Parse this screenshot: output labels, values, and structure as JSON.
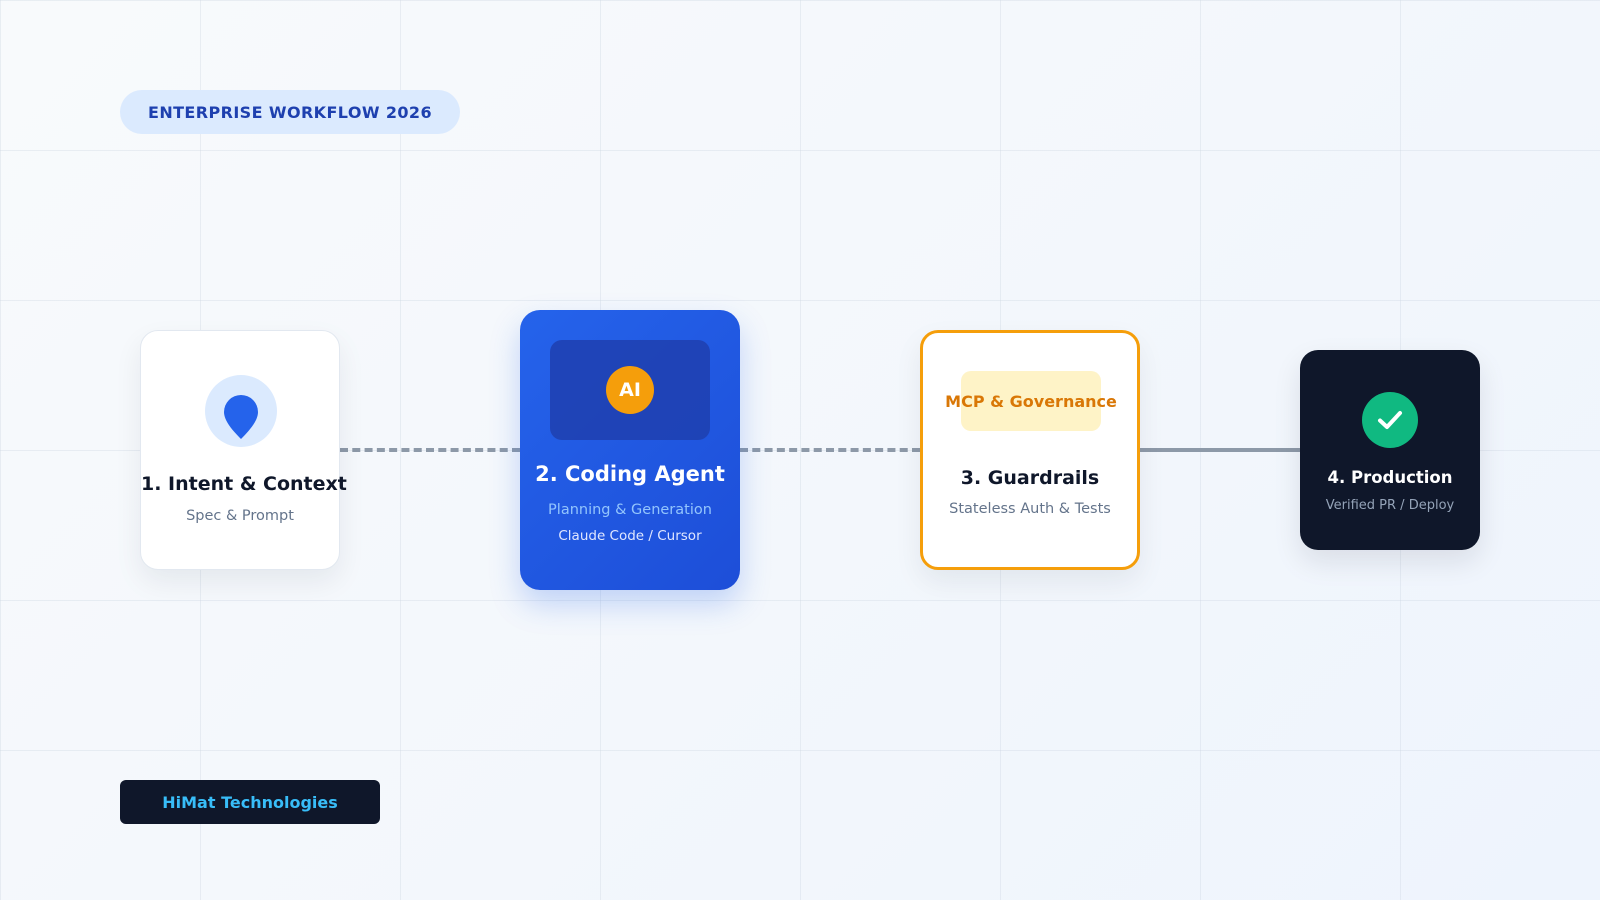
{
  "header": {
    "badge": "ENTERPRISE WORKFLOW 2026"
  },
  "steps": [
    {
      "title": "1. Intent & Context",
      "subtitle": "Spec & Prompt",
      "icon": "location-pin-icon"
    },
    {
      "title": "2. Coding Agent",
      "subtitle": "Planning & Generation",
      "tools": "Claude Code / Cursor",
      "badge": "AI"
    },
    {
      "title": "3. Guardrails",
      "subtitle": "Stateless Auth & Tests",
      "badge": "MCP & Governance"
    },
    {
      "title": "4. Production",
      "subtitle": "Verified PR / Deploy",
      "icon": "checkmark-icon"
    }
  ],
  "footer": {
    "brand": "HiMat Technologies"
  },
  "colors": {
    "primary_blue": "#2563eb",
    "amber": "#f59e0b",
    "success_green": "#10b981",
    "dark_navy": "#0f172a"
  }
}
